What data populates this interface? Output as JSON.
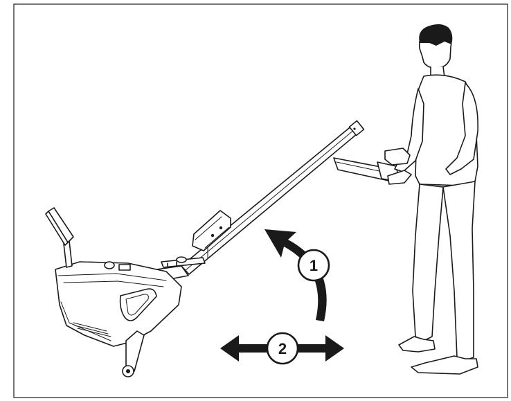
{
  "callouts": [
    {
      "label": "1",
      "meaning": "lift-rail"
    },
    {
      "label": "2",
      "meaning": "move-back-and-forth"
    }
  ],
  "colors": {
    "line": "#1a1a1a",
    "background": "#ffffff"
  },
  "icons": [
    "curved-up-arrow-icon",
    "double-horizontal-arrow-icon"
  ]
}
